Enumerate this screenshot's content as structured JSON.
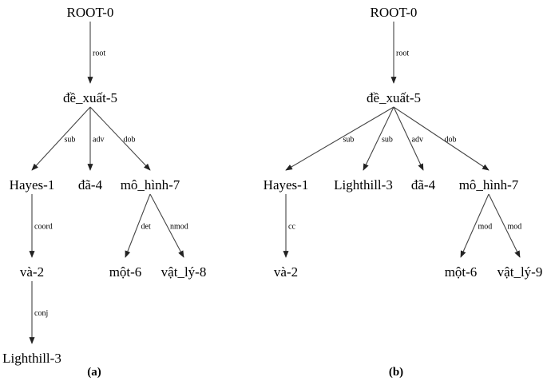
{
  "trees": [
    {
      "caption": "(a)",
      "nodes": [
        {
          "id": "ROOT-0",
          "label": "ROOT-0"
        },
        {
          "id": "de_xuat-5",
          "label": "đề_xuất-5"
        },
        {
          "id": "Hayes-1",
          "label": "Hayes-1"
        },
        {
          "id": "da-4",
          "label": "đã-4"
        },
        {
          "id": "mo_hinh-7",
          "label": "mô_hình-7"
        },
        {
          "id": "va-2",
          "label": "và-2"
        },
        {
          "id": "mot-6",
          "label": "một-6"
        },
        {
          "id": "vat_ly-8",
          "label": "vật_lý-8"
        },
        {
          "id": "Lighthill-3",
          "label": "Lighthill-3"
        }
      ],
      "edges": [
        {
          "from": "ROOT-0",
          "to": "de_xuat-5",
          "label": "root"
        },
        {
          "from": "de_xuat-5",
          "to": "Hayes-1",
          "label": "sub"
        },
        {
          "from": "de_xuat-5",
          "to": "da-4",
          "label": "adv"
        },
        {
          "from": "de_xuat-5",
          "to": "mo_hinh-7",
          "label": "dob"
        },
        {
          "from": "Hayes-1",
          "to": "va-2",
          "label": "coord"
        },
        {
          "from": "mo_hinh-7",
          "to": "mot-6",
          "label": "det"
        },
        {
          "from": "mo_hinh-7",
          "to": "vat_ly-8",
          "label": "nmod"
        },
        {
          "from": "va-2",
          "to": "Lighthill-3",
          "label": "conj"
        }
      ]
    },
    {
      "caption": "(b)",
      "nodes": [
        {
          "id": "ROOT-0",
          "label": "ROOT-0"
        },
        {
          "id": "de_xuat-5",
          "label": "đề_xuất-5"
        },
        {
          "id": "Hayes-1",
          "label": "Hayes-1"
        },
        {
          "id": "Lighthill-3",
          "label": "Lighthill-3"
        },
        {
          "id": "da-4",
          "label": "đã-4"
        },
        {
          "id": "mo_hinh-7",
          "label": "mô_hình-7"
        },
        {
          "id": "va-2",
          "label": "và-2"
        },
        {
          "id": "mot-6",
          "label": "một-6"
        },
        {
          "id": "vat_ly-9",
          "label": "vật_lý-9"
        }
      ],
      "edges": [
        {
          "from": "ROOT-0",
          "to": "de_xuat-5",
          "label": "root"
        },
        {
          "from": "de_xuat-5",
          "to": "Hayes-1",
          "label": "sub"
        },
        {
          "from": "de_xuat-5",
          "to": "Lighthill-3",
          "label": "sub"
        },
        {
          "from": "de_xuat-5",
          "to": "da-4",
          "label": "adv"
        },
        {
          "from": "de_xuat-5",
          "to": "mo_hinh-7",
          "label": "dob"
        },
        {
          "from": "Hayes-1",
          "to": "va-2",
          "label": "cc"
        },
        {
          "from": "mo_hinh-7",
          "to": "mot-6",
          "label": "mod"
        },
        {
          "from": "mo_hinh-7",
          "to": "vat_ly-9",
          "label": "mod"
        }
      ]
    }
  ]
}
